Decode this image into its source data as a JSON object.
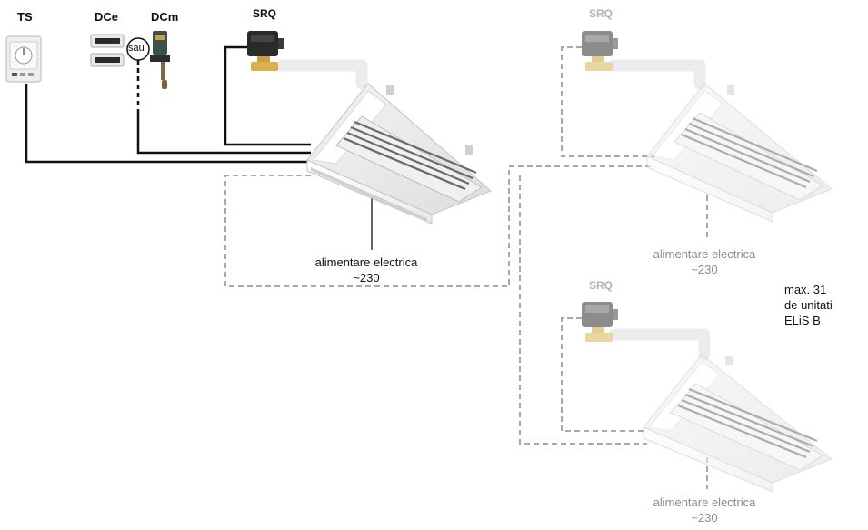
{
  "devices": {
    "ts": "TS",
    "dce": "DCe",
    "dcm": "DCm",
    "srq_main": "SRQ",
    "srq_unit2": "SRQ",
    "srq_unit3": "SRQ",
    "or_word": "sau"
  },
  "power": {
    "main": {
      "line1": "alimentare electrica",
      "line2": "~230"
    },
    "unit2": {
      "line1": "alimentare electrica",
      "line2": "~230"
    },
    "unit3": {
      "line1": "alimentare electrica",
      "line2": "~230"
    }
  },
  "note": {
    "line1": "max. 31",
    "line2": "de unitati",
    "line3": "ELiS B"
  },
  "colors": {
    "control_wire": "#111111",
    "bus_wire": "#a0a0a0",
    "pipe": "#ececec",
    "unit_body": "#f7f7f7",
    "label_grey": "#b4b4b4"
  }
}
